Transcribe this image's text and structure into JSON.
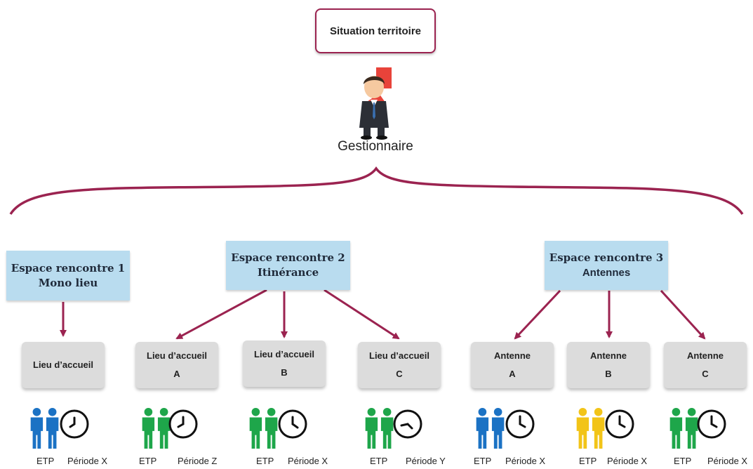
{
  "top": {
    "title": "Situation territoire"
  },
  "manager": {
    "label": "Gestionnaire"
  },
  "espaces": [
    {
      "line1": "Espace rencontre 1",
      "line2": "Mono lieu"
    },
    {
      "line1": "Espace rencontre 2",
      "line2": "Itinérance"
    },
    {
      "line1": "Espace rencontre 3",
      "line2": "Antennes"
    }
  ],
  "units": [
    {
      "line1": "Lieu d’accueil",
      "line2": "",
      "people_color": "#1b72c4",
      "etp": "ETP",
      "period": "Période X"
    },
    {
      "line1": "Lieu d’accueil",
      "line2": "A",
      "people_color": "#1ea64a",
      "etp": "ETP",
      "period": "Période Z"
    },
    {
      "line1": "Lieu d’accueil",
      "line2": "B",
      "people_color": "#1ea64a",
      "etp": "ETP",
      "period": "Période X"
    },
    {
      "line1": "Lieu d’accueil",
      "line2": "C",
      "people_color": "#1ea64a",
      "etp": "ETP",
      "period": "Période Y"
    },
    {
      "line1": "Antenne",
      "line2": "A",
      "people_color": "#1b72c4",
      "etp": "ETP",
      "period": "Période X"
    },
    {
      "line1": "Antenne",
      "line2": "B",
      "people_color": "#f2c418",
      "etp": "ETP",
      "period": "Période X"
    },
    {
      "line1": "Antenne",
      "line2": "C",
      "people_color": "#1ea64a",
      "etp": "ETP",
      "period": "Période X"
    }
  ],
  "colors": {
    "connector": "#9b2350",
    "espace_fill": "#b9dcef",
    "unit_fill": "#dcdcdc"
  }
}
